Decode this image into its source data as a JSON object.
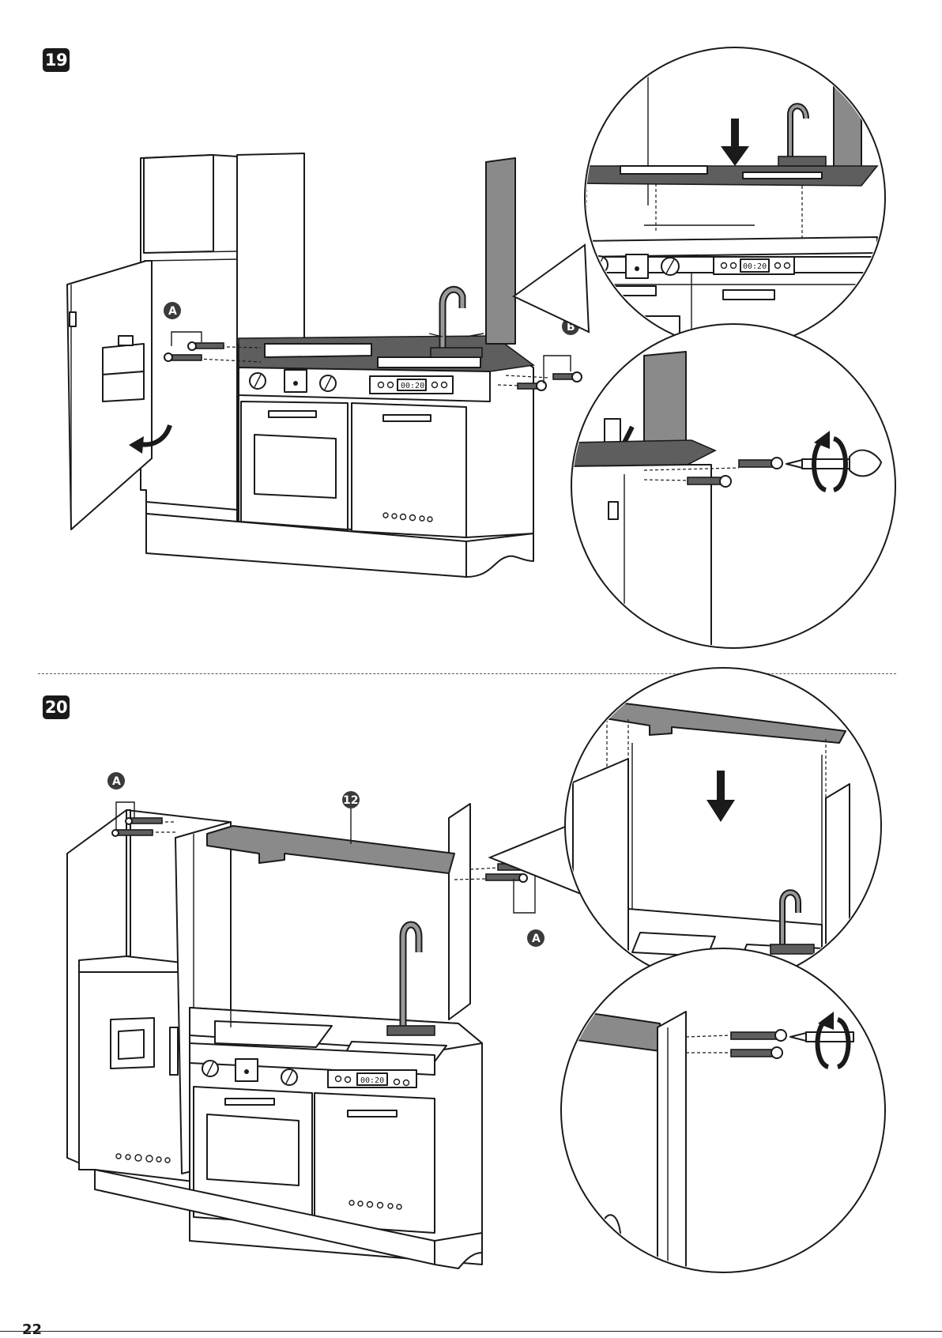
{
  "steps": [
    {
      "number": "19",
      "labels": {
        "screw_a": "A",
        "screw_b": "B",
        "timer": "00:20"
      }
    },
    {
      "number": "20",
      "labels": {
        "screw_a_top": "A",
        "part": "12",
        "screw_a_bottom": "A",
        "timer": "00:20",
        "timer_zoom": "00:20"
      }
    }
  ],
  "zoom_timer": "00:20",
  "page_number": "22",
  "icons": [
    "screw-icon",
    "screwdriver-icon",
    "arrow-down-icon",
    "rotate-arrow-icon",
    "curved-arrow-icon"
  ]
}
